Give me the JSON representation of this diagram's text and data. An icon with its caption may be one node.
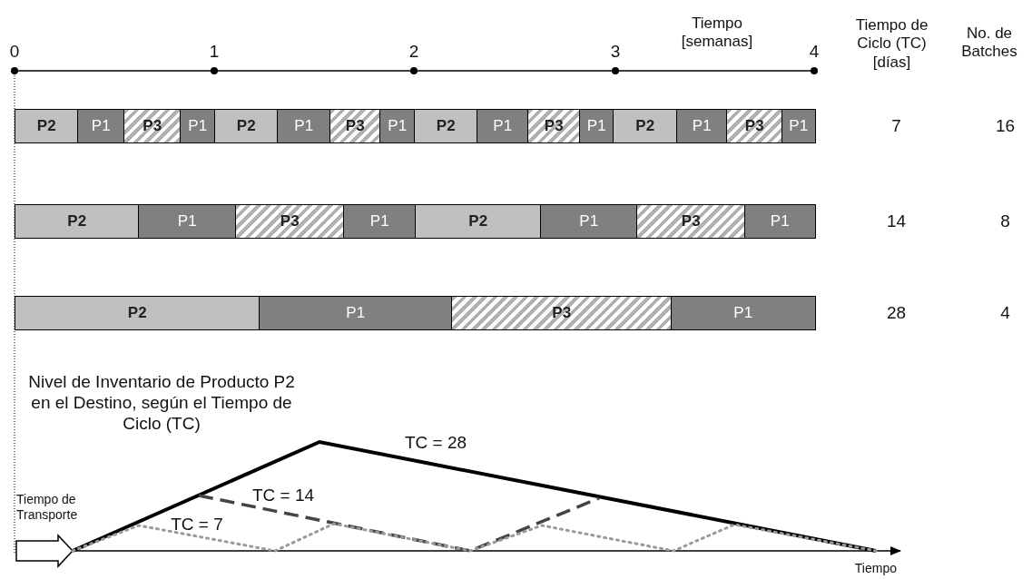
{
  "diagram": {
    "nodes": [
      {
        "text": [
          "P2"
        ]
      },
      {
        "text": [
          "P1"
        ]
      },
      {
        "text": [
          "P3"
        ]
      },
      {
        "text": [
          "P1"
        ]
      },
      {
        "text": [
          "P2"
        ]
      },
      {
        "text": [
          "P1"
        ]
      },
      {
        "text": [
          "P3"
        ]
      },
      {
        "text": [
          "P1"
        ]
      },
      {
        "text": [
          "P2"
        ]
      },
      {
        "text": [
          "P1"
        ]
      },
      {
        "text": [
          "P3"
        ]
      },
      {
        "text": [
          "P1"
        ]
      },
      {
        "text": [
          "P2"
        ]
      },
      {
        "text": [
          "P1"
        ]
      },
      {
        "text": [
          "P3"
        ]
      },
      {
        "text": [
          "P1"
        ]
      },
      {
        "text": [
          "P2"
        ]
      },
      {
        "text": [
          "P1"
        ]
      },
      {
        "text": [
          "P3"
        ]
      },
      {
        "text": [
          "P1"
        ]
      },
      {
        "text": [
          "P2"
        ]
      },
      {
        "text": [
          "P1"
        ]
      },
      {
        "text": [
          "P3"
        ]
      },
      {
        "text": [
          "P1"
        ]
      },
      {
        "text": [
          "P2"
        ]
      },
      {
        "text": [
          "P1"
        ]
      },
      {
        "text": [
          "P3"
        ]
      },
      {
        "text": [
          "P1"
        ]
      }
    ],
    "labels": [
      "Tiempo [semanas]",
      "Tiempo de Ciclo (TC) [días]",
      "No. de Batches",
      "0",
      "1",
      "2",
      "3",
      "4",
      "7",
      "16",
      "14",
      "8",
      "28",
      "4",
      "Nivel de Inventario de Producto P2 en el Destino, según el Tiempo de Ciclo (TC)",
      "TC = 28",
      "Tiempo de Transporte",
      "TC = 14",
      "TC = 7",
      "Tiempo"
    ]
  }
}
